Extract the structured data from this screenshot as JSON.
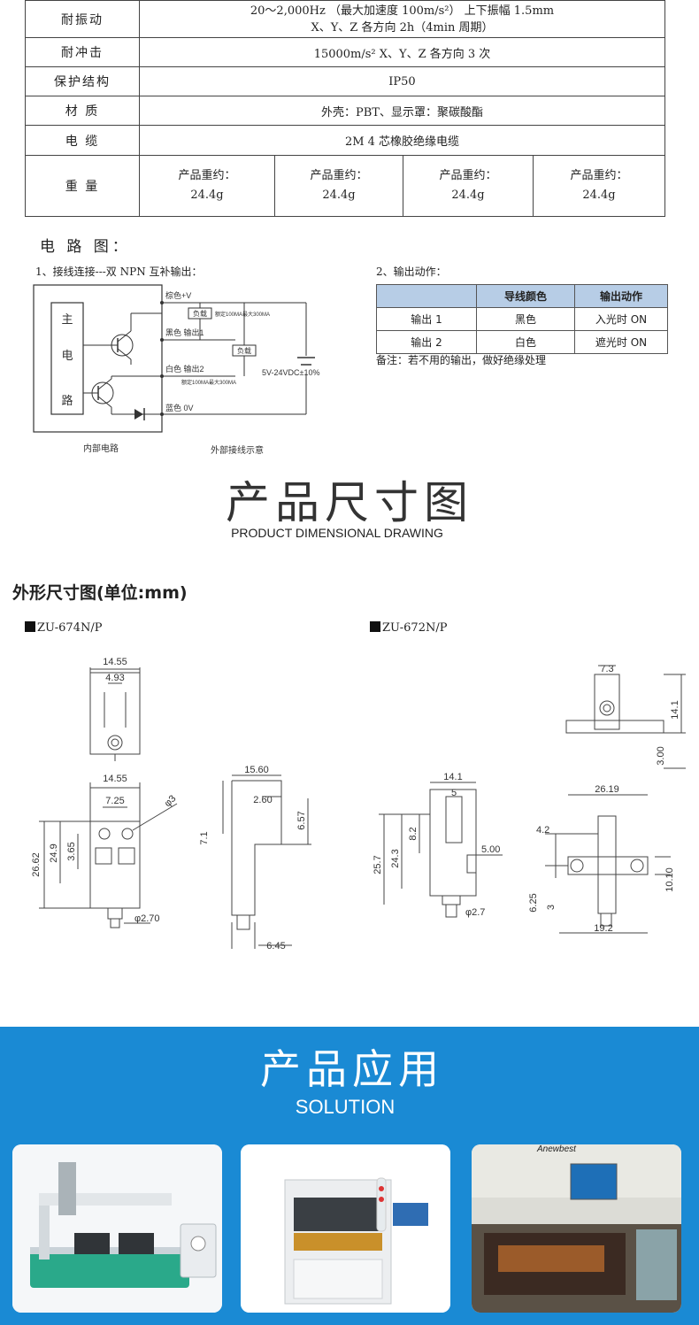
{
  "spec": {
    "vibration": {
      "label": "耐振动",
      "line1": "20～2,000Hz （最大加速度 100m/s²）  上下振幅 1.5mm",
      "line2": "X、Y、Z 各方向  2h（4min 周期）"
    },
    "shock": {
      "label": "耐冲击",
      "value": "15000m/s²  X、Y、Z 各方向  3 次"
    },
    "protection": {
      "label": "保护结构",
      "value": "IP50"
    },
    "material": {
      "label": "材  质",
      "value": "外壳：PBT、显示罩：聚碳酸酯"
    },
    "cable": {
      "label": "电  缆",
      "value": "2M 4 芯橡胶绝缘电缆"
    },
    "weight": {
      "label": "重  量",
      "cells": [
        {
          "title": "产品重约：",
          "value": "24.4g"
        },
        {
          "title": "产品重约：",
          "value": "24.4g"
        },
        {
          "title": "产品重约：",
          "value": "24.4g"
        },
        {
          "title": "产品重约：",
          "value": "24.4g"
        }
      ]
    }
  },
  "circuit": {
    "heading": "电 路 图：",
    "wiring_title": "1、接线连接---双 NPN 互补输出：",
    "output_title": "2、输出动作：",
    "main_chars": [
      "主",
      "电",
      "路"
    ],
    "wires": {
      "brown": "棕色+V",
      "black": "黑色 输出1",
      "white": "白色 输出2",
      "blue": "蓝色 0V"
    },
    "load": "负载",
    "rating": "额定100MA最大300MA",
    "supply": "5V-24VDC±10%",
    "caption_internal": "内部电路",
    "caption_external": "外部接线示意",
    "output_table": {
      "headers": [
        "",
        "导线颜色",
        "输出动作"
      ],
      "rows": [
        [
          "输出 1",
          "黑色",
          "入光时 ON"
        ],
        [
          "输出 2",
          "白色",
          "遮光时 ON"
        ]
      ]
    },
    "note": "备注：若不用的输出，做好绝缘处理"
  },
  "dimension": {
    "title": "产品尺寸图",
    "subtitle": "PRODUCT DIMENSIONAL DRAWING",
    "outline_heading": "外形尺寸图(单位:mm)",
    "model_a": "ZU-674N/P",
    "model_b": "ZU-672N/P",
    "a_dims": {
      "w1": "14.55",
      "w2": "4.93",
      "w3": "14.55",
      "w4": "7.25",
      "hole": "φ3",
      "h1": "26.62",
      "h2": "24.9",
      "h3": "3.65",
      "cable": "φ2.70",
      "side_w": "15.60",
      "side_w2": "2.60",
      "side_h": "6.57",
      "side_h2": "7.1",
      "side_b": "6.45"
    },
    "b_dims": {
      "top_w": "7.3",
      "top_h": "14.1",
      "top_h2": "3.00",
      "f_w": "14.1",
      "f_w2": "5",
      "f_h1": "8.2",
      "f_h2": "25.7",
      "f_h3": "24.3",
      "f_slot": "5.00",
      "f_cable": "φ2.7",
      "s_w": "26.19",
      "s_h": "4.2",
      "s_h2": "10.10",
      "s_h3": "6.25",
      "s_h4": "3",
      "s_b": "19.2"
    }
  },
  "solution": {
    "title": "产品应用",
    "subtitle": "SOLUTION",
    "photo3_brand": "Anewbest"
  }
}
